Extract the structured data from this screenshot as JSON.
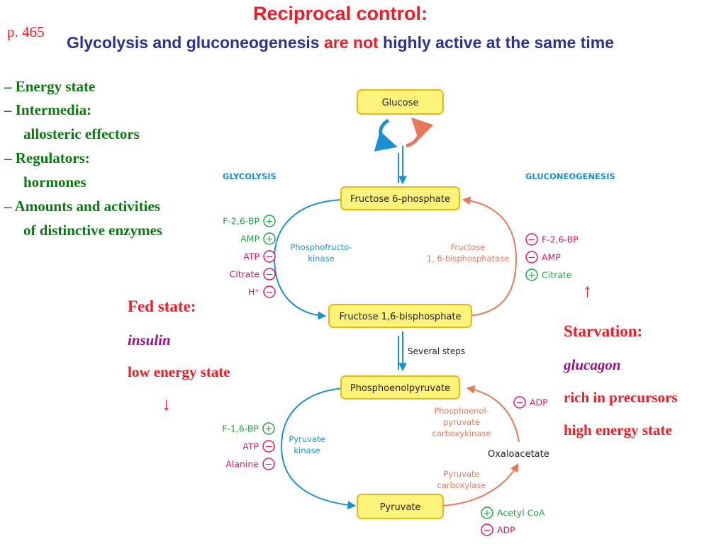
{
  "header": {
    "title": "Reciprocal control:",
    "page_ref": "p. 465",
    "subtitle_part1": "Glycolysis and gluconeogenesis ",
    "subtitle_highlight": "are not",
    "subtitle_part2": " highly active at the same time"
  },
  "left_list": {
    "items": [
      "– Energy state",
      "– Intermedia:",
      "allosteric effectors",
      "– Regulators:",
      "hormones",
      "– Amounts and activities",
      "of distinctive enzymes"
    ]
  },
  "fed_state": {
    "heading": "Fed state:",
    "hormone": "insulin",
    "condition": "low energy state",
    "arrow": "↓"
  },
  "starvation": {
    "arrow": "↑",
    "heading": "Starvation:",
    "hormone": "glucagon",
    "condition1": "rich in precursors",
    "condition2": "high energy state"
  },
  "diagram": {
    "glycolysis_label": "GLYCOLYSIS",
    "gluconeogenesis_label": "GLUCONEOGENESIS",
    "boxes": {
      "glucose": "Glucose",
      "f6p": "Fructose 6-phosphate",
      "f16bp": "Fructose 1,6-bisphosphate",
      "pep": "Phosphoenolpyruvate",
      "pyruvate": "Pyruvate"
    },
    "oxaloacetate": "Oxaloacetate",
    "several_steps": "Several steps",
    "enzymes": {
      "pfk_line1": "Phosphofructo-",
      "pfk_line2": "kinase",
      "fbpase_line1": "Fructose",
      "fbpase_line2": "1, 6-bisphosphatase",
      "pk_line1": "Pyruvate",
      "pk_line2": "kinase",
      "pepck_line1": "Phosphoenol-",
      "pepck_line2": "pyruvate",
      "pepck_line3": "carboxykinase",
      "pc_line1": "Pyruvate",
      "pc_line2": "carboxylase"
    },
    "pfk_effectors": [
      {
        "label": "F-2,6-BP",
        "sign": "+"
      },
      {
        "label": "AMP",
        "sign": "+"
      },
      {
        "label": "ATP",
        "sign": "−"
      },
      {
        "label": "Citrate",
        "sign": "−"
      },
      {
        "label": "H⁺",
        "sign": "−"
      }
    ],
    "fbpase_effectors": [
      {
        "label": "F-2,6-BP",
        "sign": "−"
      },
      {
        "label": "AMP",
        "sign": "−"
      },
      {
        "label": "Citrate",
        "sign": "+"
      }
    ],
    "pk_effectors": [
      {
        "label": "F-1,6-BP",
        "sign": "+"
      },
      {
        "label": "ATP",
        "sign": "−"
      },
      {
        "label": "Alanine",
        "sign": "−"
      }
    ],
    "pepck_effectors": [
      {
        "label": "ADP",
        "sign": "−"
      }
    ],
    "pc_effectors": [
      {
        "label": "Acetyl CoA",
        "sign": "+"
      },
      {
        "label": "ADP",
        "sign": "−"
      }
    ],
    "colors": {
      "box_fill": "#fdf27a",
      "box_border": "#e8b812",
      "glycolysis_blue": "#1b8fd2",
      "gluconeogenesis_orange": "#e8775a",
      "activator_green": "#22a04a",
      "inhibitor_magenta": "#d6186c"
    }
  }
}
